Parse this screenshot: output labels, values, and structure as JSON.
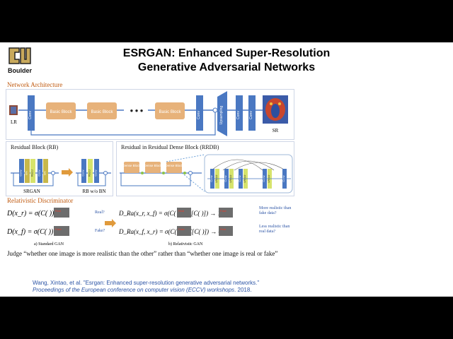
{
  "logo": {
    "text": "Boulder",
    "icon": "cu-logo-icon",
    "color": "#c8a95c"
  },
  "title": {
    "line1": "ESRGAN: Enhanced Super-Resolution",
    "line2": "Generative Adversarial Networks"
  },
  "network": {
    "label": "Network Architecture",
    "lr_label": "LR",
    "sr_label": "SR",
    "conv": "Conv",
    "basic_block": "Basic Block",
    "upsampling": "Upsampling",
    "dots": "● ● ●"
  },
  "rb": {
    "label": "Residual Block (RB)",
    "srgan": "SRGAN",
    "rb_wo_bn": "RB w/o BN",
    "conv": "Conv",
    "bn": "BN",
    "relu": "ReLU"
  },
  "rrdb": {
    "label": "Residual in Residual Dense Block (RRDB)",
    "dense_block": "Dense Block",
    "conv": "Conv",
    "lrelu": "LReLU"
  },
  "disc": {
    "label": "Relativistic Discriminator",
    "eq1": "D(x_r) = σ(C(    )) → 1",
    "eq2": "D(x_f) = σ(C(    )) → 0",
    "q_real": "Real?",
    "q_fake": "Fake?",
    "eq3": "D_Ra(x_r, x_f) = σ(C(    ) − E[C(    )]) → 1",
    "eq4": "D_Ra(x_f, x_r) = σ(C(    ) − E[C(    )]) → 0",
    "more_realistic": "More realistic than fake data?",
    "less_realistic": "Less realistic than real data?",
    "caption_a": "a) Standard GAN",
    "caption_b": "b) Relativistic GAN",
    "real_tag": "Real",
    "fake_tag": "Fake"
  },
  "judge": "Judge “whether one image is more realistic than the other” rather than “whether one image is real or fake”",
  "citation": {
    "line1": "Wang, Xintao, et al. \"Esrgan: Enhanced super-resolution generative adversarial networks.\"",
    "line2_italic": "Proceedings of the European conference on computer vision (ECCV) workshops",
    "line2_rest": ". 2018."
  },
  "colors": {
    "conv": "#4a78c2",
    "block": "#e7b27a",
    "accent": "#c05a10",
    "relu": "#d6e36b",
    "green": "#8bc34a"
  }
}
